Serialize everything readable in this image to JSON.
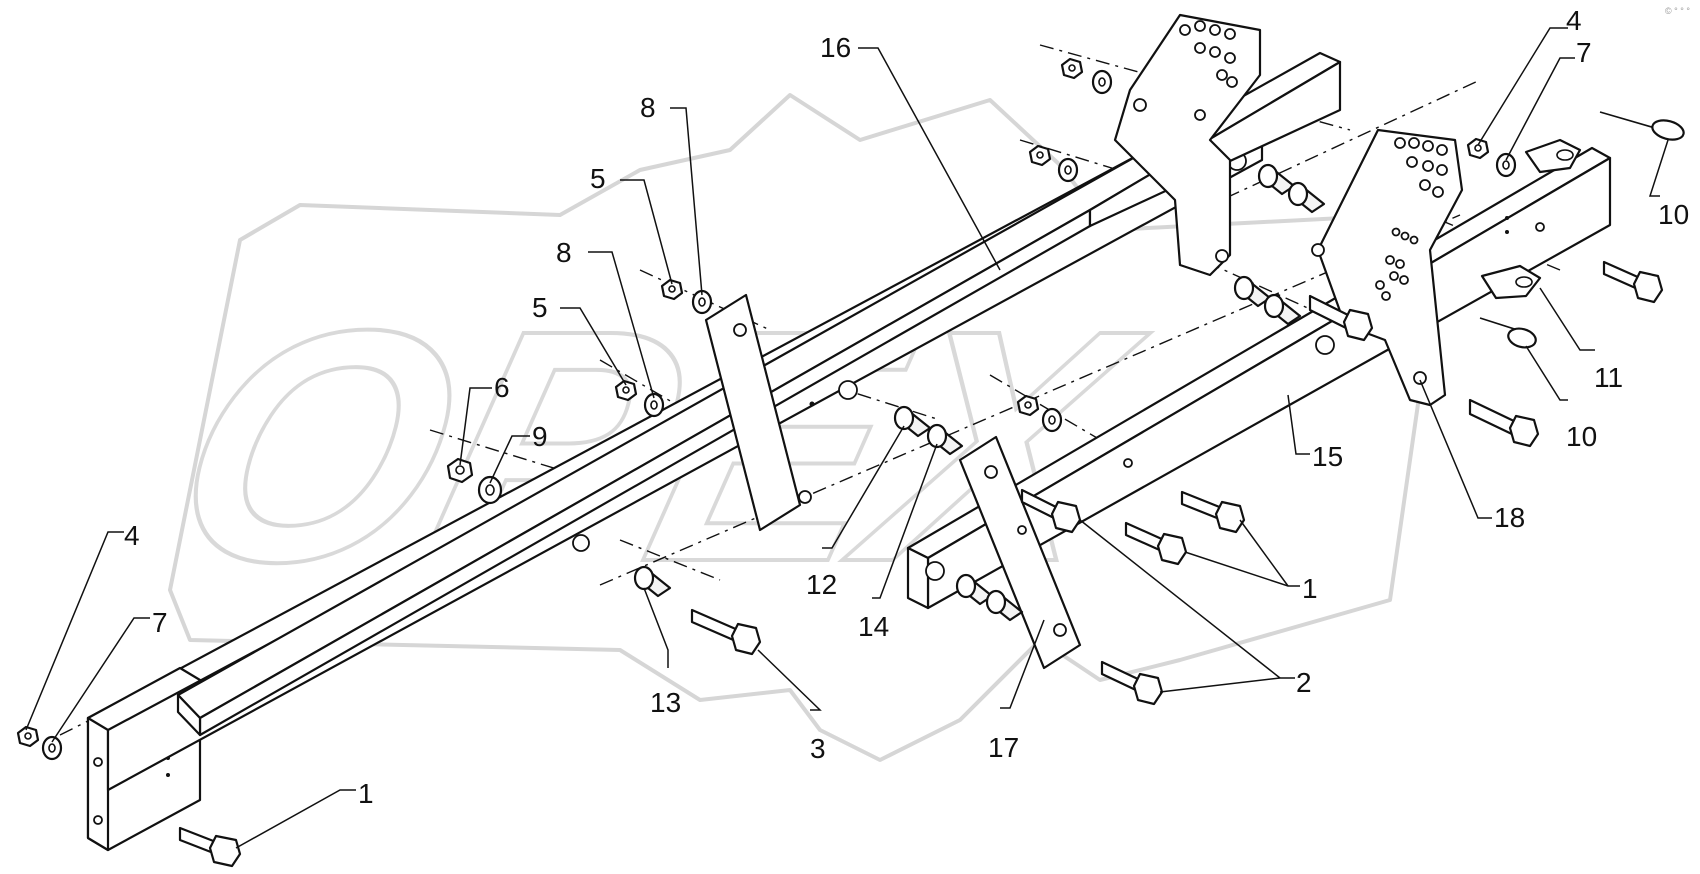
{
  "watermark": {
    "text": "OPEX"
  },
  "corner_text": "© ° ° °",
  "callouts": [
    {
      "id": "c16a",
      "label": "16"
    },
    {
      "id": "c4r",
      "label": "4"
    },
    {
      "id": "c7r",
      "label": "7"
    },
    {
      "id": "c8a",
      "label": "8"
    },
    {
      "id": "c5a",
      "label": "5"
    },
    {
      "id": "c8b",
      "label": "8"
    },
    {
      "id": "c5b",
      "label": "5"
    },
    {
      "id": "c6",
      "label": "6"
    },
    {
      "id": "c9",
      "label": "9"
    },
    {
      "id": "c10a",
      "label": "10"
    },
    {
      "id": "c11",
      "label": "11"
    },
    {
      "id": "c10b",
      "label": "10"
    },
    {
      "id": "c15",
      "label": "15"
    },
    {
      "id": "c18",
      "label": "18"
    },
    {
      "id": "c1r",
      "label": "1"
    },
    {
      "id": "c2",
      "label": "2"
    },
    {
      "id": "c12",
      "label": "12"
    },
    {
      "id": "c14",
      "label": "14"
    },
    {
      "id": "c13",
      "label": "13"
    },
    {
      "id": "c3",
      "label": "3"
    },
    {
      "id": "c17",
      "label": "17"
    },
    {
      "id": "c4l",
      "label": "4"
    },
    {
      "id": "c7l",
      "label": "7"
    },
    {
      "id": "c1l",
      "label": "1"
    }
  ]
}
